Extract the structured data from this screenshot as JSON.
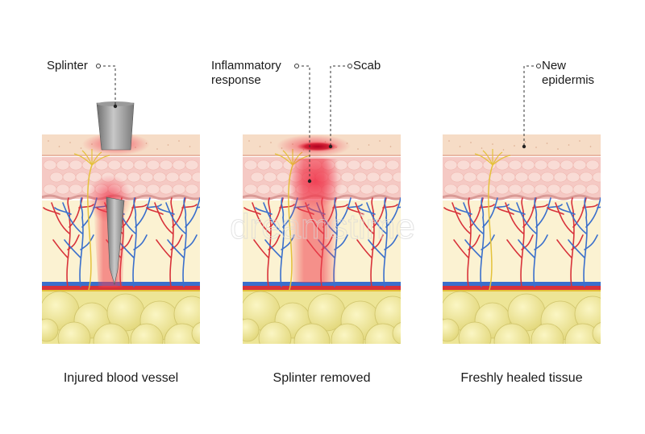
{
  "labels": {
    "splinter": "Splinter",
    "inflammatory_line1": "Inflammatory",
    "inflammatory_line2": "response",
    "scab": "Scab",
    "new_epidermis_line1": "New",
    "new_epidermis_line2": "epidermis"
  },
  "captions": {
    "panel1": "Injured blood vessel",
    "panel2": "Splinter removed",
    "panel3": "Freshly healed tissue"
  },
  "colors": {
    "epidermis": "#f6dcc6",
    "dermis": "#f5c9c4",
    "subcutis": "#fbf2d2",
    "fat": "#ede596",
    "artery": "#d8323a",
    "vein": "#3a6fcc",
    "nerve": "#e4c23a",
    "inflammation": "#f04050",
    "scab": "#c8102e",
    "splinter": "#8a8a8a"
  },
  "watermark": "dreamstime"
}
